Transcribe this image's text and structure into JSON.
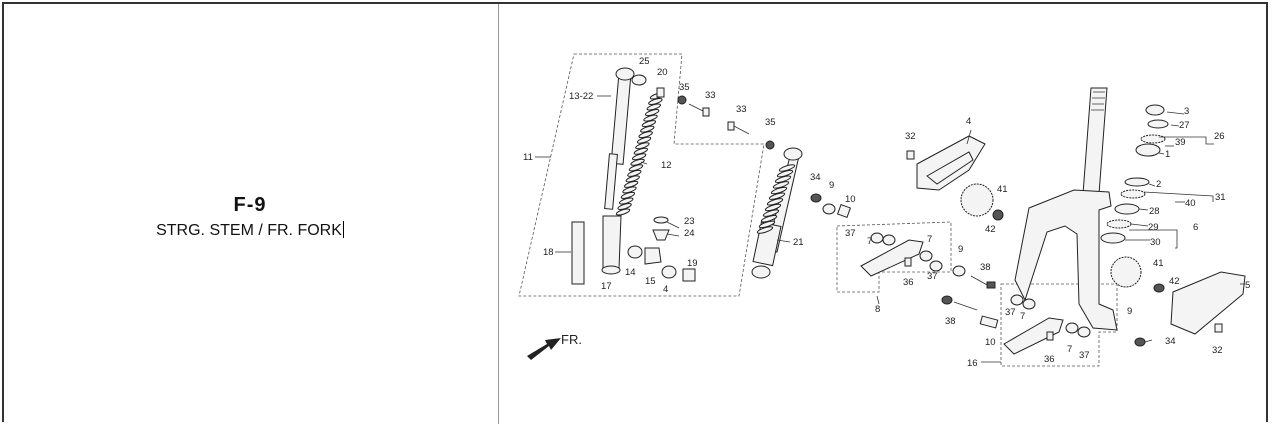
{
  "figure": {
    "code": "F-9",
    "name": "STRG. STEM / FR. FORK"
  },
  "direction_label": "FR.",
  "callouts": [
    "25",
    "20",
    "35",
    "33",
    "13-22",
    "33",
    "35",
    "11",
    "12",
    "23",
    "24",
    "18",
    "14",
    "15",
    "4",
    "19",
    "17",
    "34",
    "9",
    "10",
    "21",
    "32",
    "4",
    "41",
    "42",
    "37",
    "7",
    "7",
    "9",
    "38",
    "37",
    "36",
    "8",
    "38",
    "37",
    "7",
    "10",
    "36",
    "7",
    "37",
    "16",
    "3",
    "27",
    "26",
    "39",
    "1",
    "2",
    "31",
    "40",
    "28",
    "6",
    "29",
    "30",
    "41",
    "42",
    "5",
    "9",
    "34",
    "32"
  ]
}
